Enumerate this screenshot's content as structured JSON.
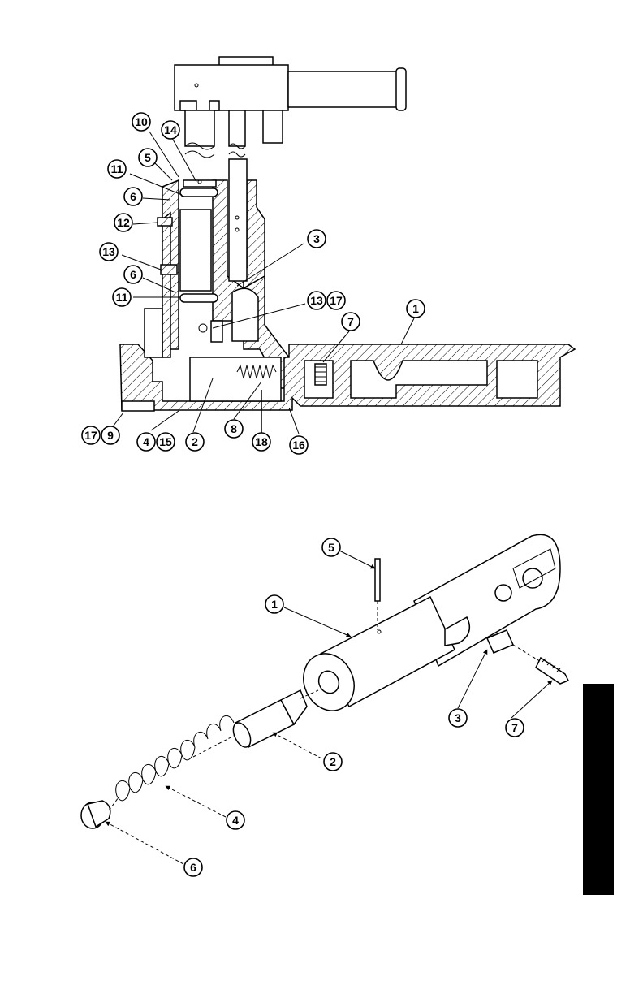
{
  "colors": {
    "ink": "#000000",
    "paper": "#ffffff",
    "tab": "#000000"
  },
  "section_view": {
    "callouts": [
      "10",
      "14",
      "5",
      "11",
      "6",
      "12",
      "13",
      "3",
      "6",
      "11",
      "13",
      "17",
      "7",
      "1",
      "17",
      "9",
      "4",
      "15",
      "2",
      "8",
      "18",
      "16"
    ]
  },
  "exploded_view": {
    "callouts": [
      "5",
      "1",
      "3",
      "7",
      "2",
      "4",
      "6"
    ]
  }
}
